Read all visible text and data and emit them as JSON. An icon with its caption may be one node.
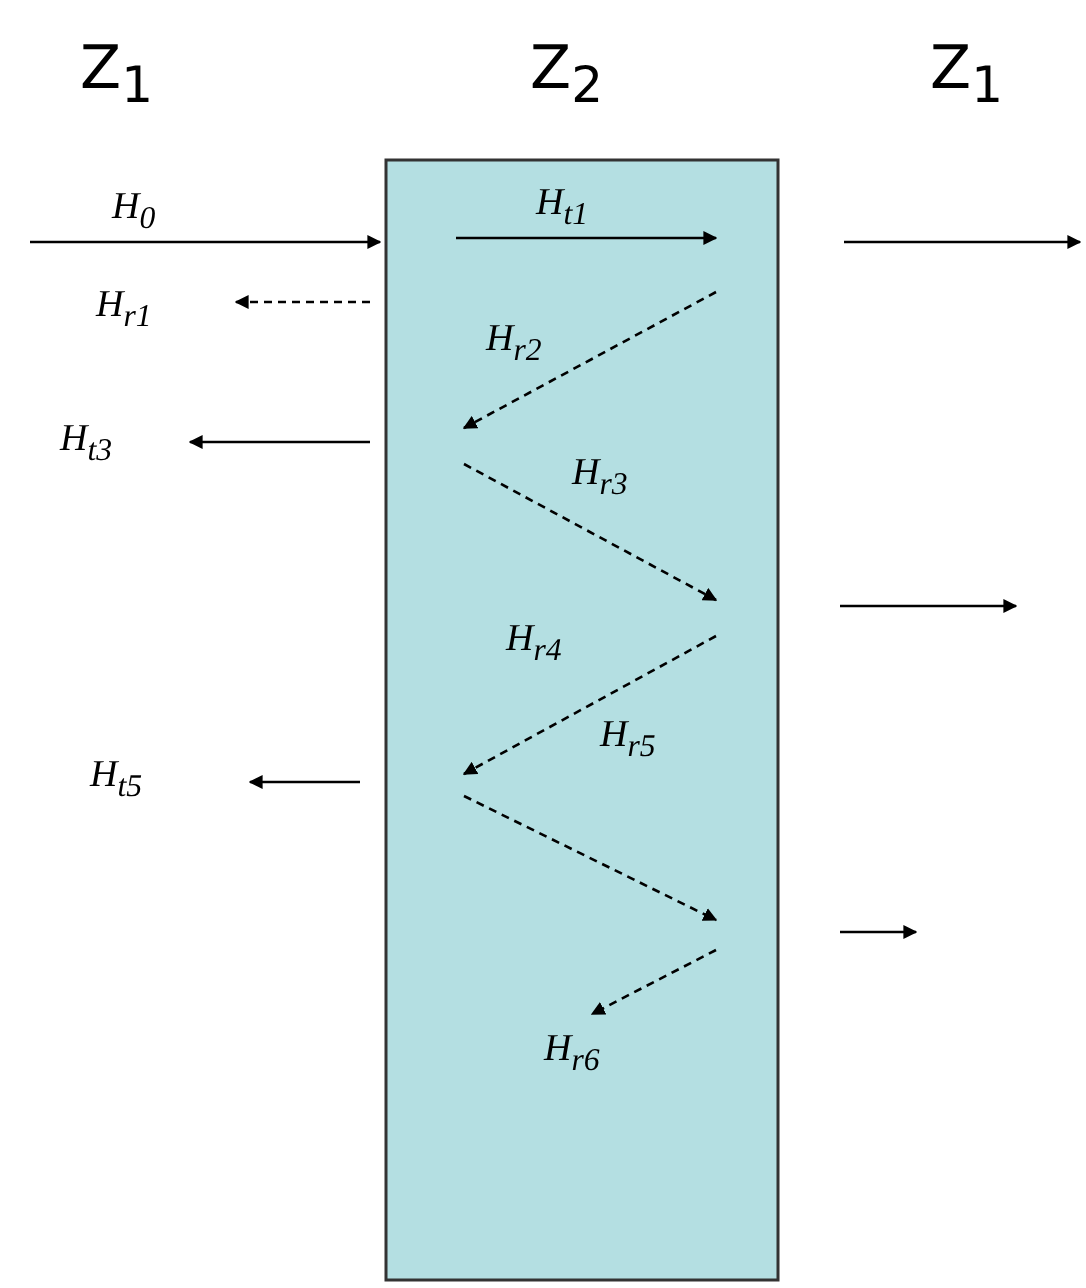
{
  "diagram": {
    "labels": [
      "Z$_{1}$",
      "Z$_{2}$",
      "Z$_{1}$",
      "H$_{0}$",
      "H$_{t1}$",
      "H$_{r1}$",
      "H$_{r2}$",
      "H$_{t3}$",
      "H$_{r3}$",
      "H$_{r4}$",
      "H$_{t5}$",
      "H$_{r5}$",
      "H$_{r6}$"
    ]
  }
}
